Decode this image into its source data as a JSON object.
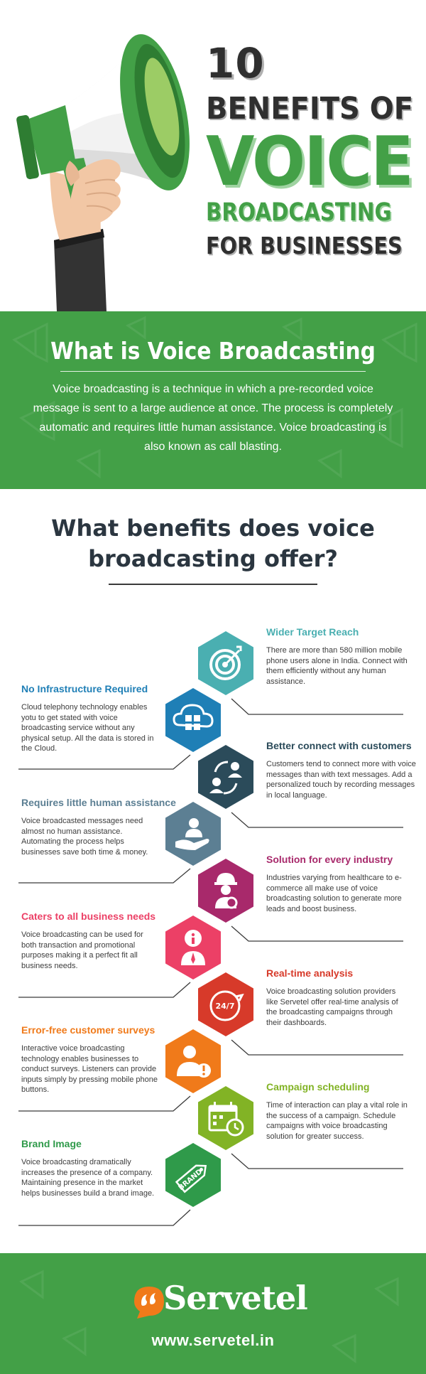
{
  "hero": {
    "line1": "10",
    "line2": "BENEFITS OF",
    "line3": "VOICE",
    "line4": "BROADCASTING",
    "line5": "FOR BUSINESSES"
  },
  "what_is": {
    "title": "What is Voice Broadcasting",
    "body": "Voice broadcasting is a technique in which a pre-recorded voice message is sent to a large audience at once. The process is completely automatic and requires little human assistance. Voice broadcasting is also known as call blasting."
  },
  "benefits_header": {
    "line1": "What benefits does voice",
    "line2": "broadcasting offer?"
  },
  "benefits": [
    {
      "title": "Wider Target Reach",
      "body": "There are more than 580 million mobile phone users alone in India. Connect with them efficiently without any human assistance.",
      "color": "#4aafb1",
      "icon": "target-icon"
    },
    {
      "title": "No Infrastructure Required",
      "body": "Cloud telephony technology enables yotu to get stated with voice broadcasting service without any physical setup. All the data is stored in the Cloud.",
      "color": "#1f7fb6",
      "icon": "cloud-icon"
    },
    {
      "title": "Better connect with customers",
      "body": "Customers tend to connect more with voice messages than with text messages. Add a personalized touch by recording messages in local language.",
      "color": "#2b4b5a",
      "icon": "connect-users-icon"
    },
    {
      "title": "Requires little human assistance",
      "body": "Voice broadcasted messages need almost no human assistance. Automating the process helps businesses save both time & money.",
      "color": "#5c7f93",
      "icon": "hand-person-icon"
    },
    {
      "title": "Solution for every industry",
      "body": "Industries varying from healthcare to e-commerce all make use of voice broadcasting solution to generate more leads and boost business.",
      "color": "#a8296b",
      "icon": "worker-gear-icon"
    },
    {
      "title": "Caters to all business needs",
      "body": "Voice broadcasting can be used for both transaction and promotional purposes making it a perfect fit all business needs.",
      "color": "#ec4066",
      "icon": "info-person-icon"
    },
    {
      "title": "Real-time analysis",
      "body": "Voice broadcasting solution providers like Servetel offer real-time analysis of the broadcasting campaigns through their dashboards.",
      "color": "#d73a2a",
      "icon": "realtime-24-icon"
    },
    {
      "title": "Error-free customer surveys",
      "body": "Interactive voice broadcasting technology enables businesses to conduct surveys. Listeners can provide inputs simply by pressing mobile phone buttons.",
      "color": "#f07a1a",
      "icon": "person-alert-icon"
    },
    {
      "title": "Campaign scheduling",
      "body": "Time of interaction can play a vital role in the success of a campaign. Schedule campaigns with voice broadcasting solution for greater success.",
      "color": "#82b325",
      "icon": "calendar-clock-icon"
    },
    {
      "title": "Brand Image",
      "body": "Voice broadcasting dramatically increases the presence of a company. Maintaining presence in the market helps businesses build a brand image.",
      "color": "#2f9a4a",
      "icon": "brand-tag-icon"
    }
  ],
  "brand_tag_text": "BRAND",
  "realtime_text": "24/7",
  "footer": {
    "logo": "Servetel",
    "url": "www.servetel.in"
  },
  "colors": {
    "green": "#43a047",
    "dark": "#2f2f2f",
    "logo_orange": "#f07a1a"
  }
}
